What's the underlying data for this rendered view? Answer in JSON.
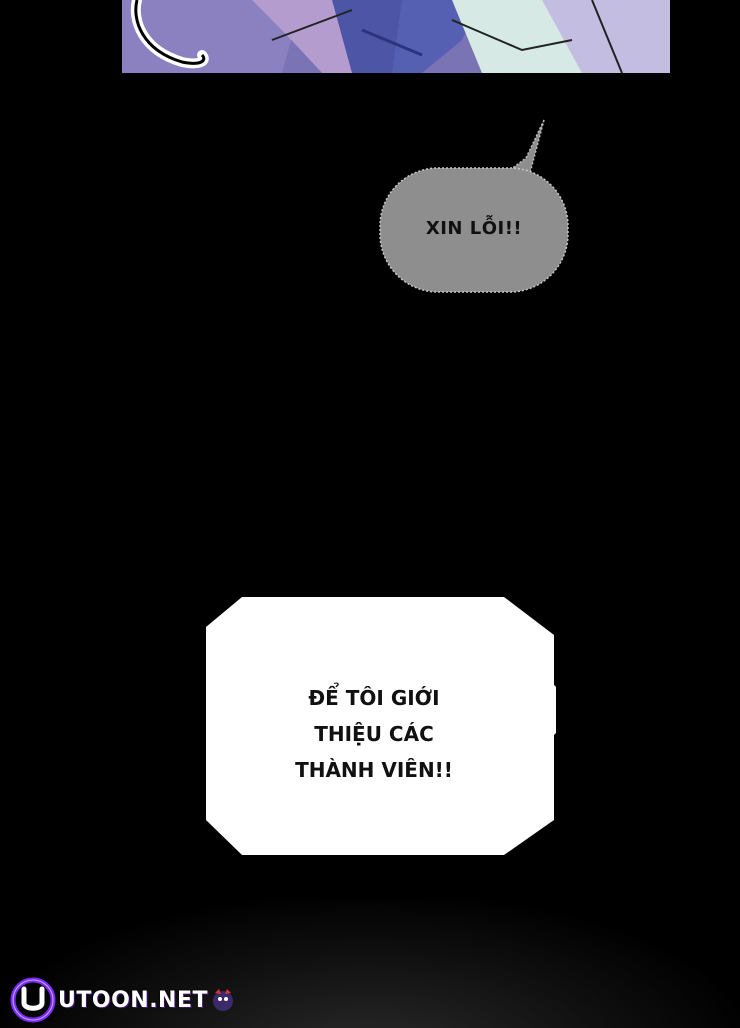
{
  "panels": {
    "top_art": {
      "description_icon": "artwork-fragment"
    },
    "speech_bubble_round": {
      "text": "XIN LỖI!!"
    },
    "speech_bubble_box": {
      "lines": [
        "ĐỂ TÔI GIỚI",
        "THIỆU CÁC",
        "THÀNH VIÊN!!"
      ]
    }
  },
  "watermark": {
    "text": "UTOON.NET",
    "icon": "utoon-logo-icon"
  },
  "colors": {
    "background": "#000000",
    "round_bubble": "#8e8e8e",
    "box_bubble": "#ffffff",
    "logo_accent": "#7a2cff"
  }
}
